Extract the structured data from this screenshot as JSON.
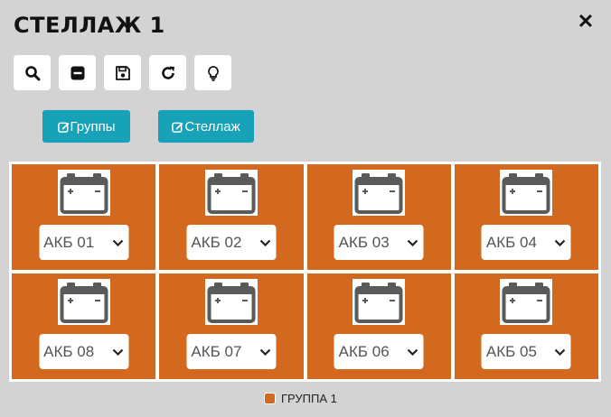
{
  "header": {
    "title": "СТЕЛЛАЖ 1",
    "close_glyph": "✕"
  },
  "toolbar": [
    {
      "icon": "search-icon"
    },
    {
      "icon": "minus-square-icon"
    },
    {
      "icon": "save-icon"
    },
    {
      "icon": "refresh-icon"
    },
    {
      "icon": "lightbulb-icon"
    }
  ],
  "buttons": {
    "groups_label": "Группы",
    "rack_label": "Стеллаж"
  },
  "cells": [
    {
      "value": "АКБ 01"
    },
    {
      "value": "АКБ 02"
    },
    {
      "value": "АКБ 03"
    },
    {
      "value": "АКБ 04"
    },
    {
      "value": "АКБ 08"
    },
    {
      "value": "АКБ 07"
    },
    {
      "value": "АКБ 06"
    },
    {
      "value": "АКБ 05"
    }
  ],
  "legend": {
    "label": "ГРУППА 1",
    "color": "#d2691e"
  },
  "colors": {
    "background": "#d3d3d3",
    "accent": "#17a2b8",
    "cell": "#d2691e"
  }
}
